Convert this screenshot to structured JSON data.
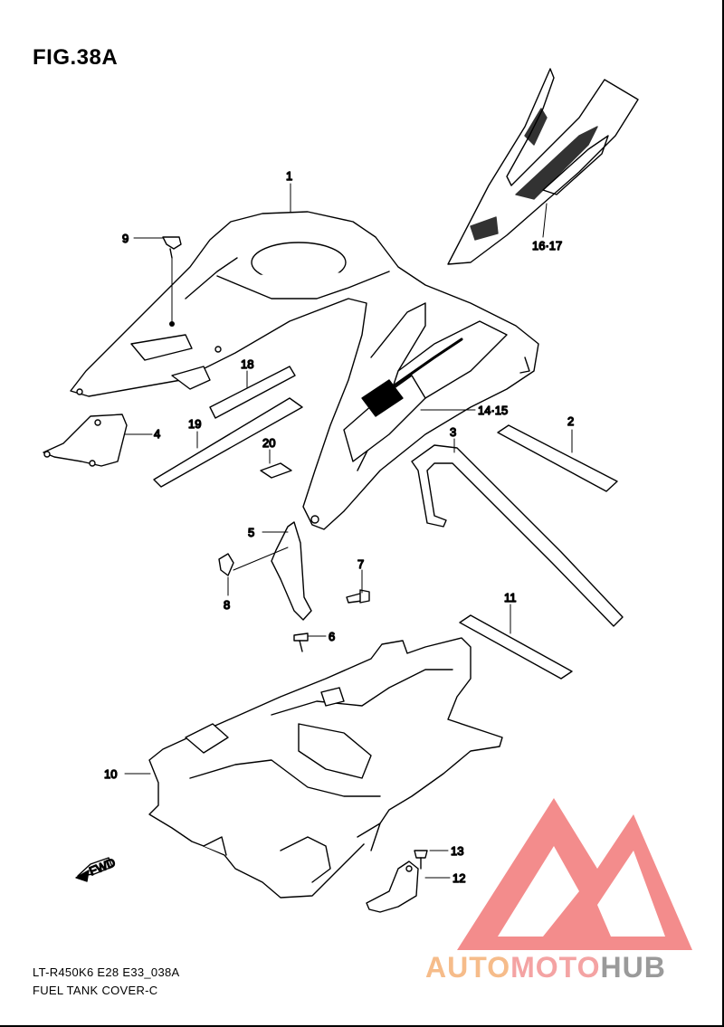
{
  "figure": {
    "title": "FIG.38A",
    "diagram_code": "LT-R450K6 E28 E33_038A",
    "diagram_name": "FUEL TANK COVER-C",
    "fwd_label": "FWD"
  },
  "callouts": [
    {
      "id": "c1",
      "label": "1"
    },
    {
      "id": "c2",
      "label": "2"
    },
    {
      "id": "c3",
      "label": "3"
    },
    {
      "id": "c4",
      "label": "4"
    },
    {
      "id": "c5",
      "label": "5"
    },
    {
      "id": "c6",
      "label": "6"
    },
    {
      "id": "c7",
      "label": "7"
    },
    {
      "id": "c8",
      "label": "8"
    },
    {
      "id": "c9",
      "label": "9"
    },
    {
      "id": "c10",
      "label": "10"
    },
    {
      "id": "c11",
      "label": "11"
    },
    {
      "id": "c12",
      "label": "12"
    },
    {
      "id": "c13",
      "label": "13"
    },
    {
      "id": "c14",
      "label": "14·15"
    },
    {
      "id": "c16",
      "label": "16·17"
    },
    {
      "id": "c18",
      "label": "18"
    },
    {
      "id": "c19",
      "label": "19"
    },
    {
      "id": "c20",
      "label": "20"
    }
  ],
  "watermark": {
    "part1": "AUTO",
    "part2": "MOTO",
    "part3": "HUB",
    "colors": {
      "auto": "#f6bc8a",
      "moto": "#f4a3a3",
      "hub": "#9a9a9a",
      "triangle": "#f06a6a"
    }
  }
}
